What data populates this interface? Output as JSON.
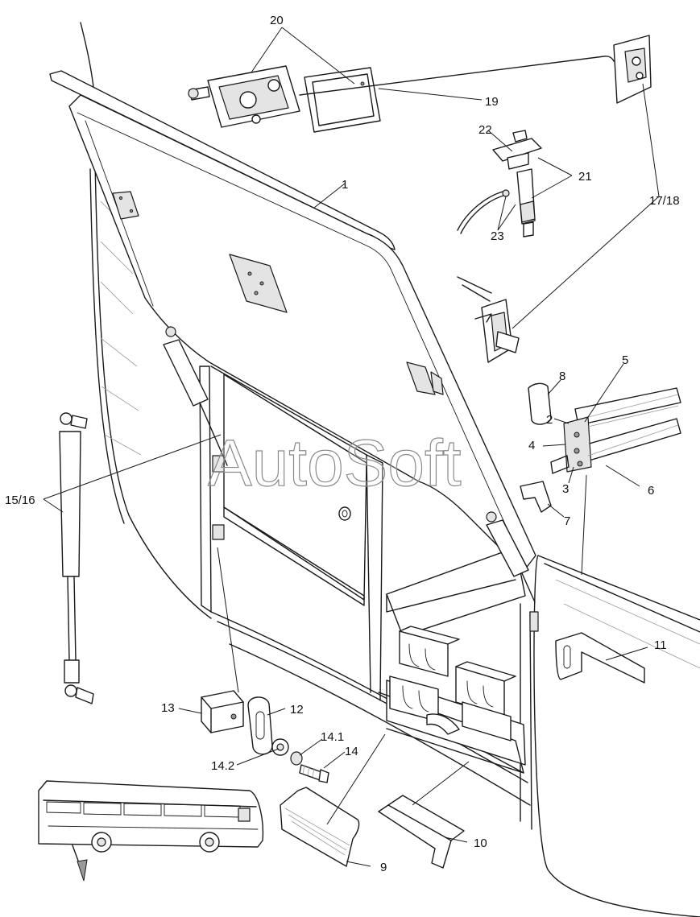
{
  "watermark": "AutoSoft",
  "labels": {
    "l1": "1",
    "l2": "2",
    "l3": "3",
    "l4": "4",
    "l5": "5",
    "l6": "6",
    "l7": "7",
    "l8": "8",
    "l9": "9",
    "l10": "10",
    "l11": "11",
    "l12": "12",
    "l13": "13",
    "l14": "14",
    "l14_1": "14.1",
    "l14_2": "14.2",
    "l15_16": "15/16",
    "l17_18": "17/18",
    "l19": "19",
    "l20": "20",
    "l21": "21",
    "l22": "22",
    "l23": "23"
  },
  "colors": {
    "line": "#1a1a1a",
    "background": "#ffffff",
    "fill_light": "#e4e4e4",
    "fill_dark": "#9a9a9a"
  }
}
